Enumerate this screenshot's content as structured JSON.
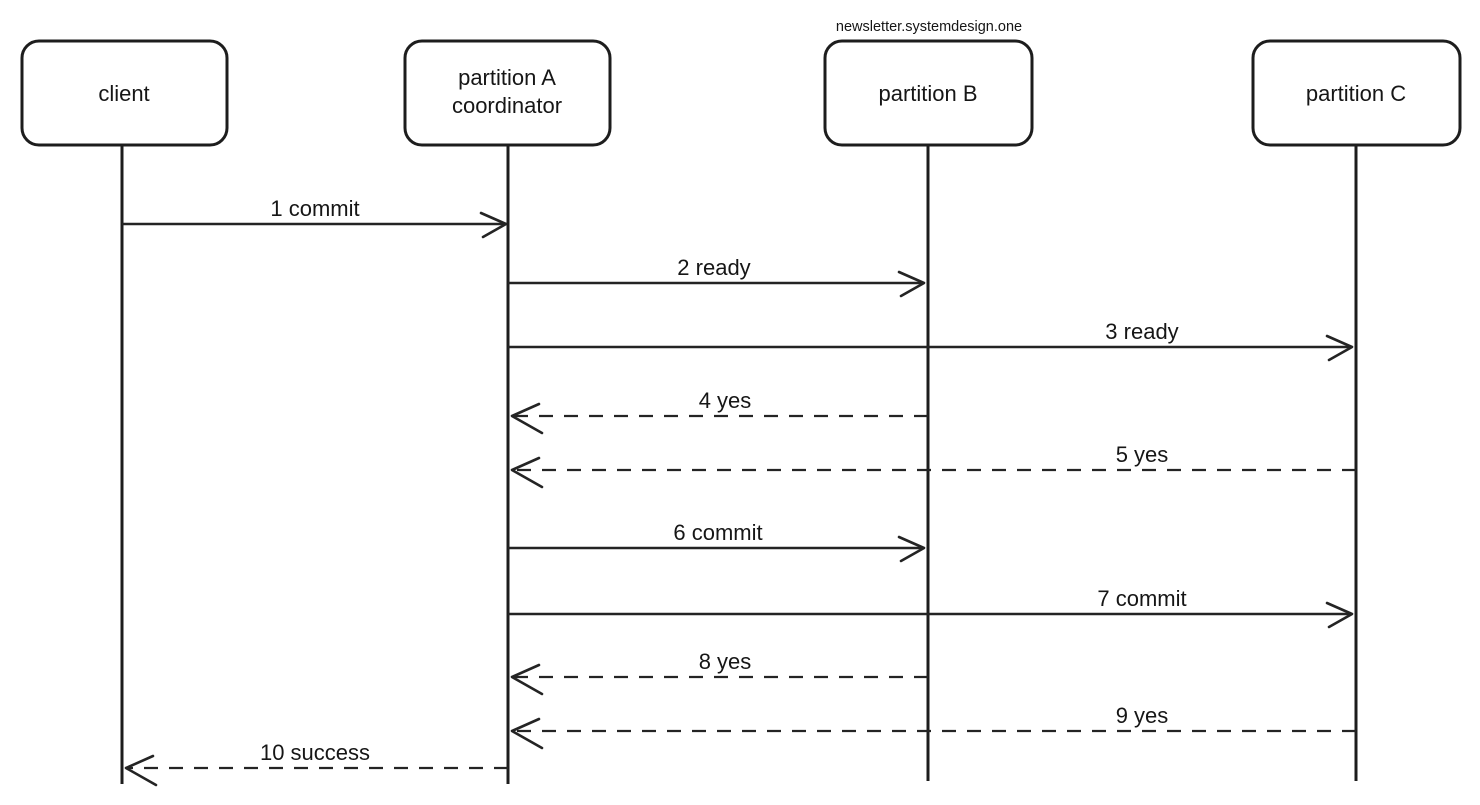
{
  "watermark": {
    "text": "newsletter.systemdesign.one",
    "color": "#c4892b"
  },
  "diagram": {
    "type": "sequence-diagram",
    "title_hint": "two-phase commit",
    "colors": {
      "line": "#242424",
      "text": "#161616",
      "background": "#ffffff"
    },
    "actors": [
      {
        "id": "client",
        "label": "client"
      },
      {
        "id": "coordinator",
        "label": "partition A coordinator",
        "label_line1": "partition A",
        "label_line2": "coordinator"
      },
      {
        "id": "partition-b",
        "label": "partition B"
      },
      {
        "id": "partition-c",
        "label": "partition C"
      }
    ],
    "messages": [
      {
        "seq": 1,
        "label": "1 commit",
        "from": "client",
        "to": "coordinator",
        "style": "solid"
      },
      {
        "seq": 2,
        "label": "2 ready",
        "from": "coordinator",
        "to": "partition-b",
        "style": "solid"
      },
      {
        "seq": 3,
        "label": "3 ready",
        "from": "coordinator",
        "to": "partition-c",
        "style": "solid"
      },
      {
        "seq": 4,
        "label": "4 yes",
        "from": "partition-b",
        "to": "coordinator",
        "style": "dashed"
      },
      {
        "seq": 5,
        "label": "5 yes",
        "from": "partition-c",
        "to": "coordinator",
        "style": "dashed"
      },
      {
        "seq": 6,
        "label": "6 commit",
        "from": "coordinator",
        "to": "partition-b",
        "style": "solid"
      },
      {
        "seq": 7,
        "label": "7 commit",
        "from": "coordinator",
        "to": "partition-c",
        "style": "solid"
      },
      {
        "seq": 8,
        "label": "8 yes",
        "from": "partition-b",
        "to": "coordinator",
        "style": "dashed"
      },
      {
        "seq": 9,
        "label": "9 yes",
        "from": "partition-c",
        "to": "coordinator",
        "style": "dashed"
      },
      {
        "seq": 10,
        "label": "10 success",
        "from": "coordinator",
        "to": "client",
        "style": "dashed"
      }
    ]
  }
}
